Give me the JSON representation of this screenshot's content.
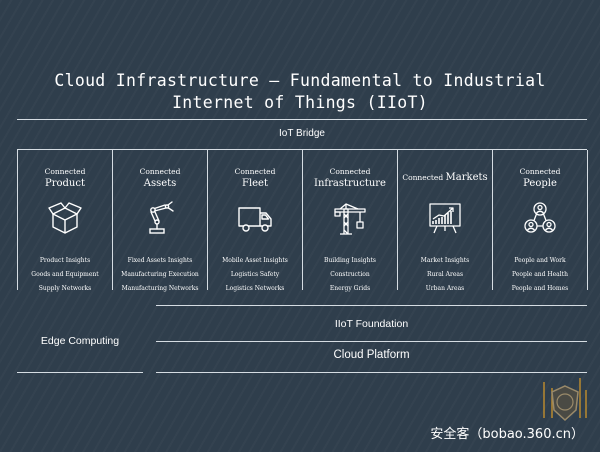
{
  "title_line1": "Cloud Infrastructure –  Fundamental to Industrial",
  "title_line2": "Internet of Things (IIoT)",
  "iot_bridge": "IoT Bridge",
  "columns": [
    {
      "prefix": "Connected",
      "name": "Product",
      "icon": "box-icon",
      "items": [
        "Product Insights",
        "Goods and Equipment",
        "Supply Networks"
      ]
    },
    {
      "prefix": "Connected",
      "name": "Assets",
      "icon": "robot-arm-icon",
      "items": [
        "Fixed Assets Insights",
        "Manufacturing Execution",
        "Manufacturing Networks"
      ]
    },
    {
      "prefix": "Connected",
      "name": "Fleet",
      "icon": "truck-icon",
      "items": [
        "Mobile Asset Insights",
        "Logistics Safety",
        "Logistics Networks"
      ]
    },
    {
      "prefix": "Connected",
      "name": "Infrastructure",
      "icon": "crane-icon",
      "items": [
        "Building Insights",
        "Construction",
        "Energy Grids"
      ]
    },
    {
      "prefix": "Connected",
      "name": "Markets",
      "icon": "chart-board-icon",
      "items": [
        "Market Insights",
        "Rural Areas",
        "Urban Areas"
      ]
    },
    {
      "prefix": "Connected",
      "name": "People",
      "icon": "people-network-icon",
      "items": [
        "People and Work",
        "People and Health",
        "People and Homes"
      ]
    }
  ],
  "edge_computing": "Edge Computing",
  "iiot_foundation": "IIoT Foundation",
  "cloud_platform": "Cloud Platform",
  "watermark": "安全客（bobao.360.cn）"
}
